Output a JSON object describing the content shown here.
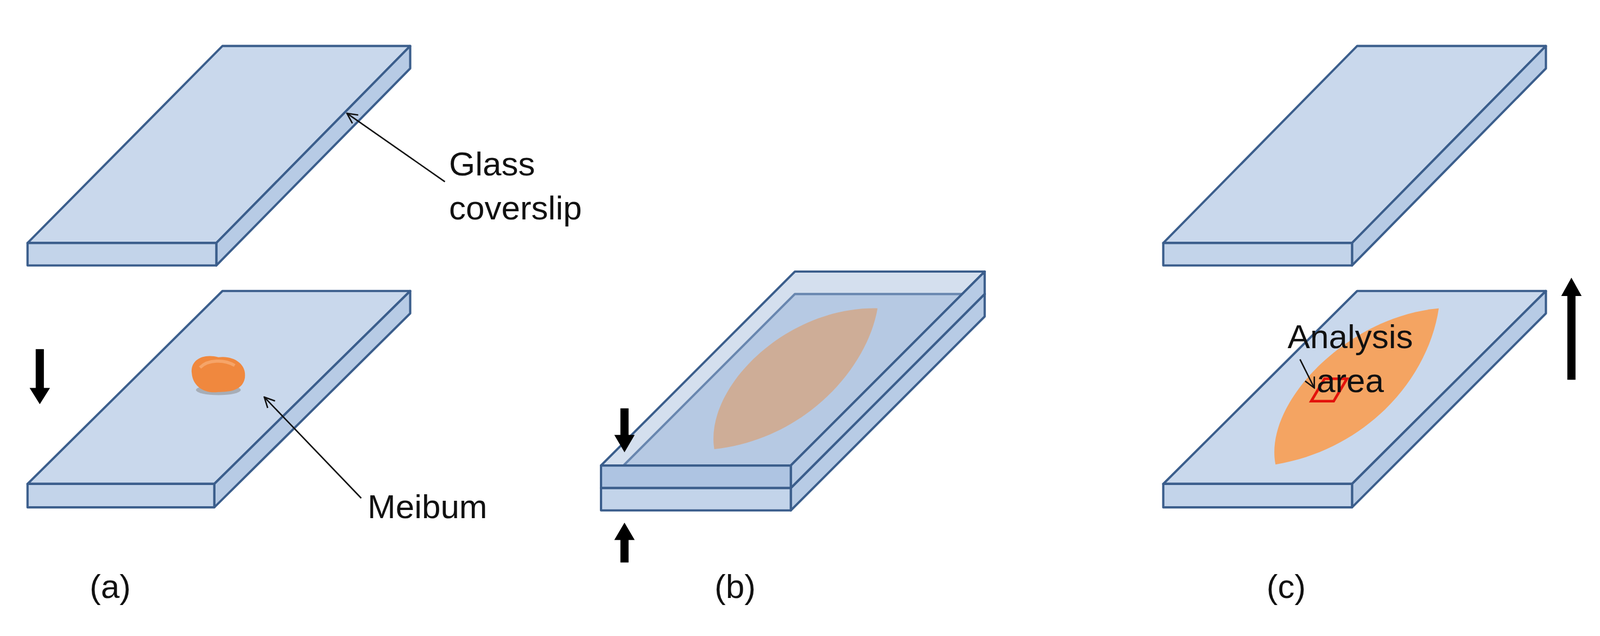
{
  "diagram": {
    "labels": [
      "Glass coverslip",
      "Meibum",
      "(a)",
      "(b)",
      "(c)",
      "Analysis area"
    ]
  }
}
